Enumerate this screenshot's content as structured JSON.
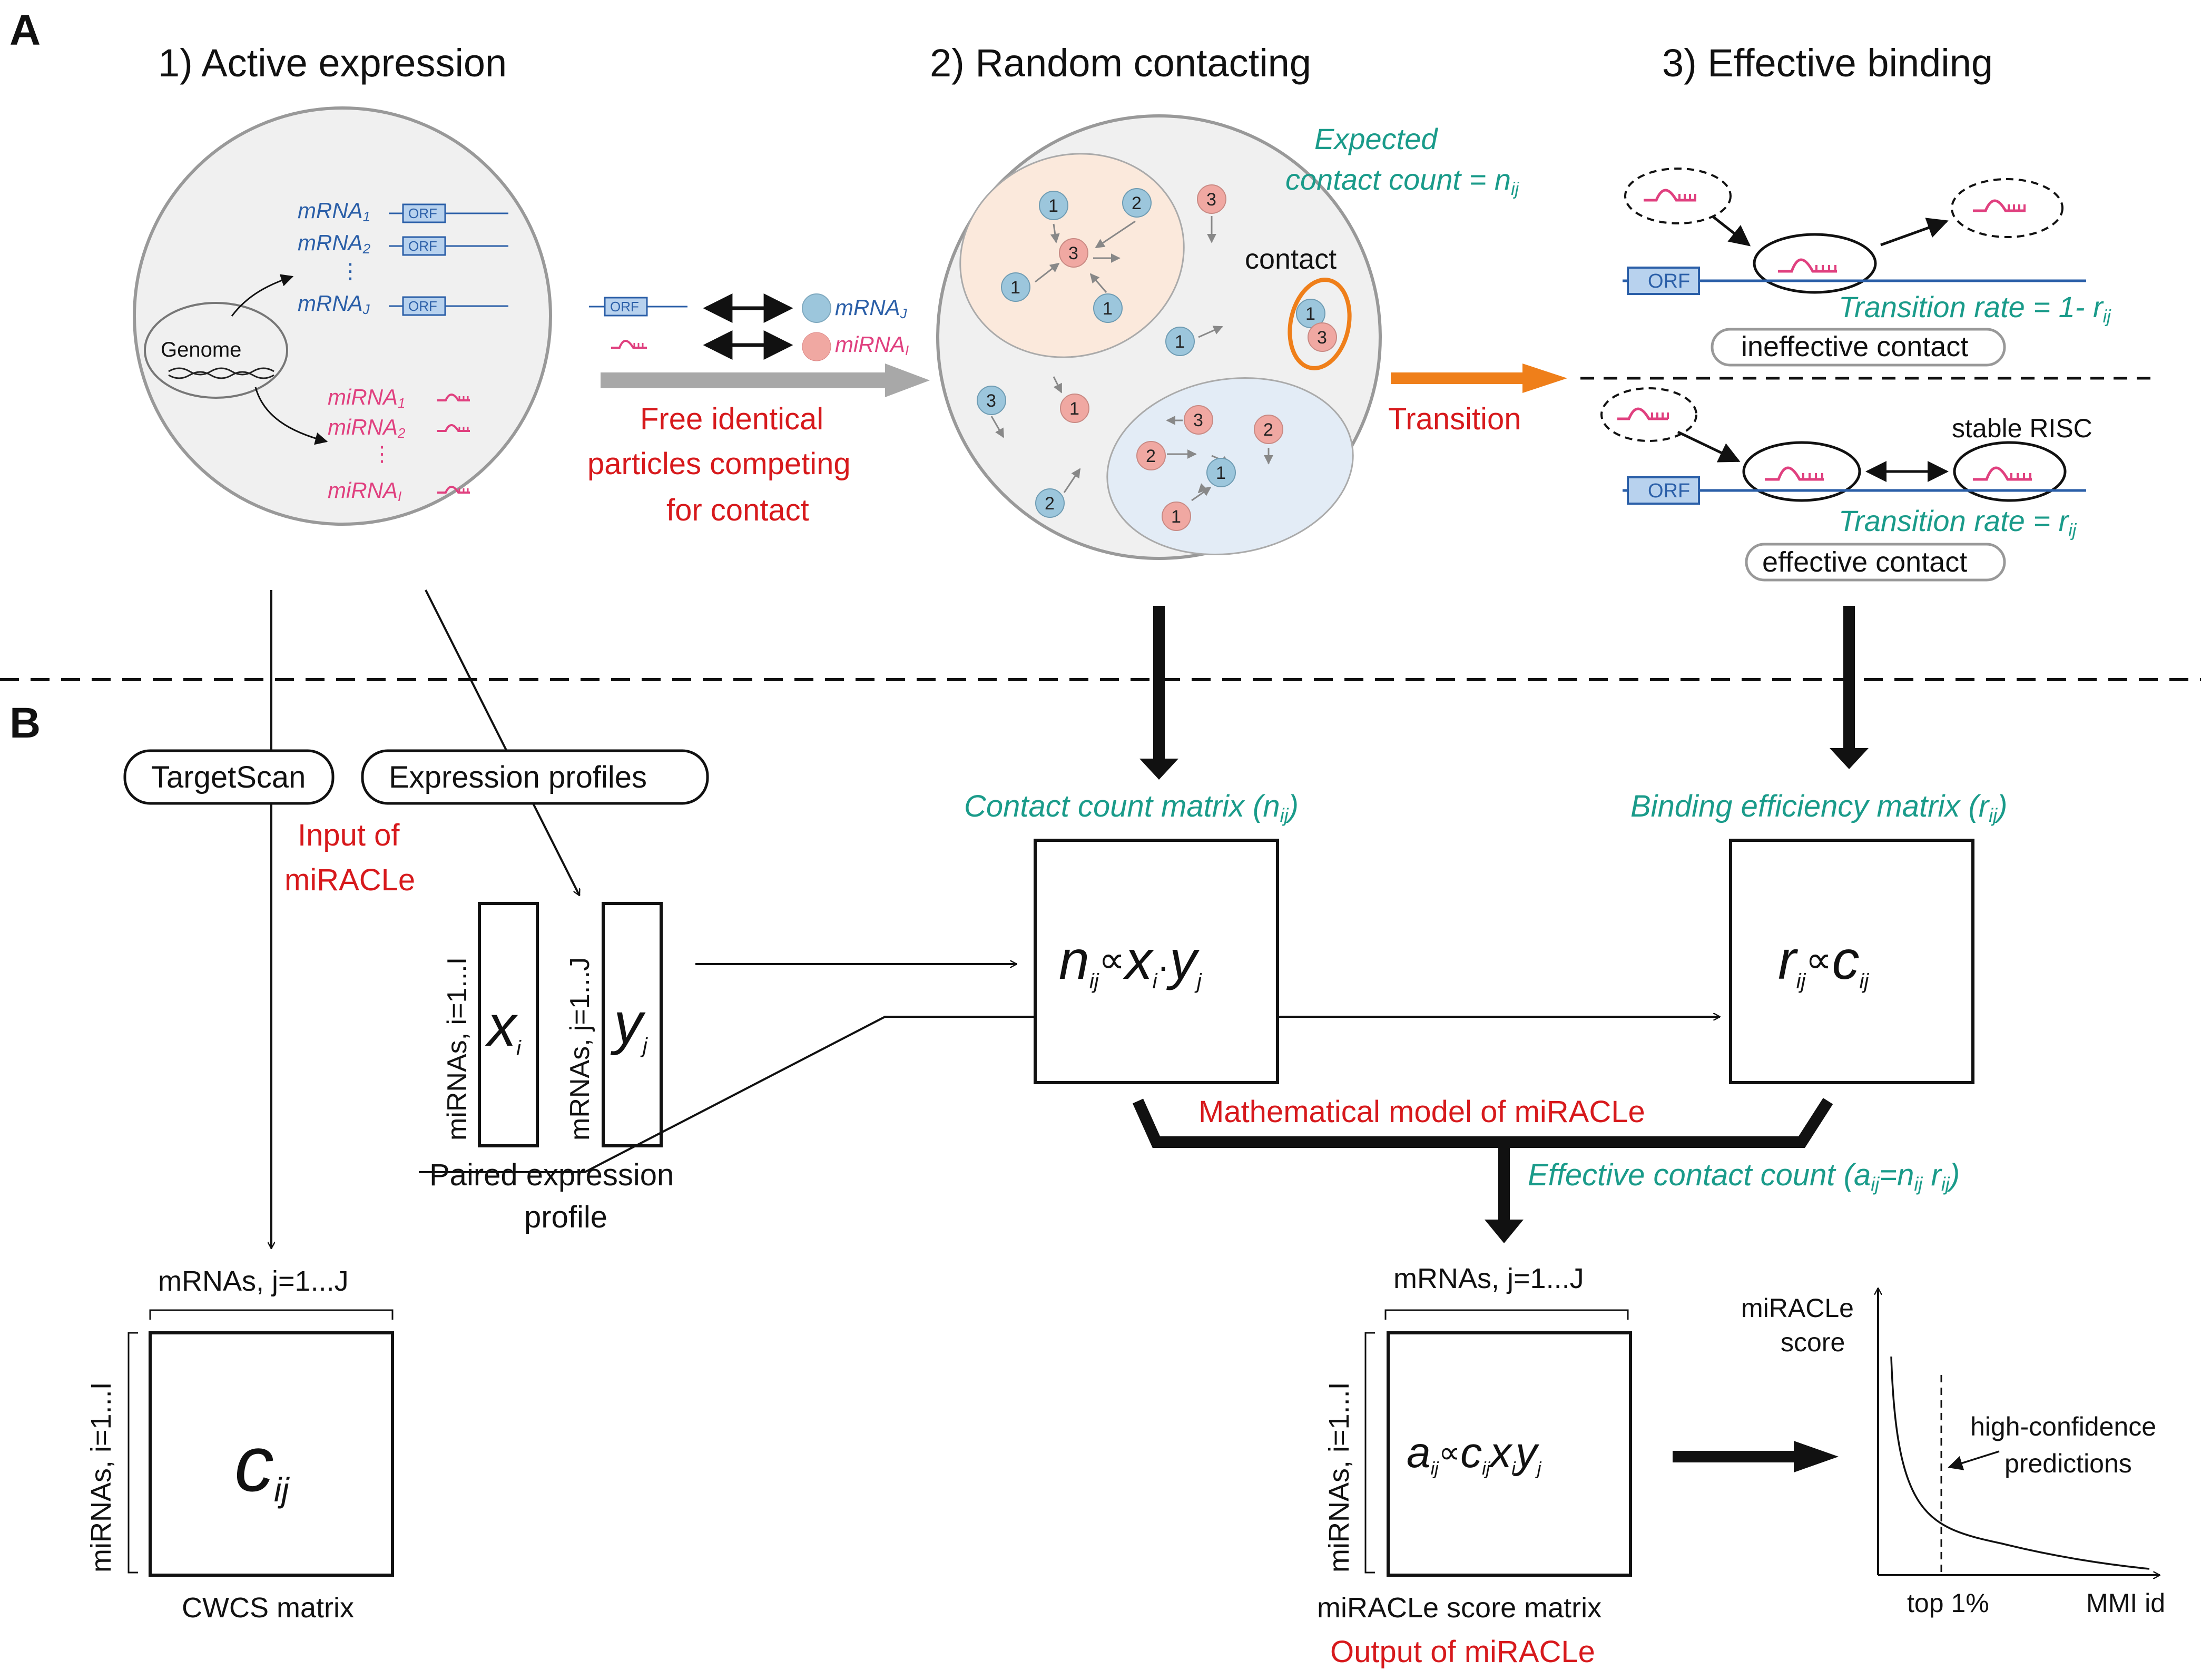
{
  "panels": {
    "a_label": "A",
    "b_label": "B"
  },
  "stages": {
    "s1": "1) Active expression",
    "s2": "2) Random contacting",
    "s3": "3) Effective binding"
  },
  "cell": {
    "genome": "Genome",
    "mrna1": "mRNA",
    "mrna1_sub": "1",
    "mrna2": "mRNA",
    "mrna2_sub": "2",
    "mrnaj": "mRNA",
    "mrnaj_sub": "J",
    "orf": "ORF",
    "mirna1": "miRNA",
    "mirna1_sub": "1",
    "mirna2": "miRNA",
    "mirna2_sub": "2",
    "mirnai": "miRNA",
    "mirnai_sub": "I",
    "vdots": "⋮"
  },
  "particles": {
    "mrna_j": "mRNA",
    "mrna_j_sub": "J",
    "mirna_i": "miRNA",
    "mirna_i_sub": "I",
    "orf": "ORF",
    "free1": "Free identical",
    "free2": "particles competing",
    "free3": "for contact"
  },
  "contact": {
    "expected1": "Expected",
    "expected2": "contact count = n",
    "expected2_sub": "ij",
    "contact_label": "contact",
    "transition": "Transition"
  },
  "binding": {
    "orf": "ORF",
    "rate_top": "Transition rate = 1- r",
    "rate_top_sub": "ij",
    "ineffective": "ineffective contact",
    "stable": "stable RISC",
    "rate_bottom": "Transition rate = r",
    "rate_bottom_sub": "ij",
    "effective": "effective contact"
  },
  "inputs": {
    "targetscan": "TargetScan",
    "expression_profiles": "Expression profiles",
    "input_of1": "Input of",
    "input_of2": "miRACLe"
  },
  "profile": {
    "mirnas_axis": "miRNAs, i=1...I",
    "mrnas_axis": "mRNAs, j=1...J",
    "x": "x",
    "x_sub": "i",
    "y": "y",
    "y_sub": "j",
    "caption1": "Paired expression",
    "caption2": "profile"
  },
  "matrices": {
    "contact_title": "Contact count matrix (n",
    "contact_title_sub": "ij",
    "contact_title_end": ")",
    "binding_title": "Binding efficiency matrix (r",
    "binding_title_sub": "ij",
    "binding_title_end": ")",
    "n_formula_n": "n",
    "n_formula_ij": "ij",
    "n_formula_prop": "∝",
    "n_formula_x": "x",
    "n_formula_i": "i",
    "n_formula_dot": "·",
    "n_formula_y": "y",
    "n_formula_j": "j",
    "r_formula_r": "r",
    "r_formula_ij": "ij",
    "r_formula_prop": "∝",
    "r_formula_c": "c",
    "r_formula_ij2": "ij",
    "model": "Mathematical model of miRACLe",
    "effective_count": "Effective contact count (a",
    "effective_count_sub1": "ij",
    "effective_count_eq": "=n",
    "effective_count_sub2": "ij",
    "effective_count_r": " r",
    "effective_count_sub3": "ij",
    "effective_count_end": ")"
  },
  "cwcs": {
    "mrnas_axis": "mRNAs, j=1...J",
    "mirnas_axis": "miRNAs, i=1...I",
    "c": "c",
    "c_sub": "ij",
    "caption": "CWCS matrix"
  },
  "score_matrix": {
    "mrnas_axis": "mRNAs, j=1...J",
    "mirnas_axis": "miRNAs, i=1...I",
    "a": "a",
    "a_sub": "ij",
    "prop": "∝",
    "c": "c",
    "c_sub": "ij",
    "x": "x",
    "x_sub": "i",
    "y": "y",
    "y_sub": "j",
    "caption": "miRACLe score matrix",
    "output": "Output of miRACLe"
  },
  "score_plot": {
    "ylabel1": "miRACLe",
    "ylabel2": "score",
    "xlabel": "MMI id",
    "top": "top 1%",
    "hc1": "high-confidence",
    "hc2": "predictions"
  },
  "colors": {
    "mrna_blue": "#2b5fa8",
    "mirna_pink": "#e0407f",
    "teal": "#1a9b8a",
    "red": "#d7191c",
    "orange": "#ef7f1a",
    "cell_fill": "#f0f0f0"
  }
}
